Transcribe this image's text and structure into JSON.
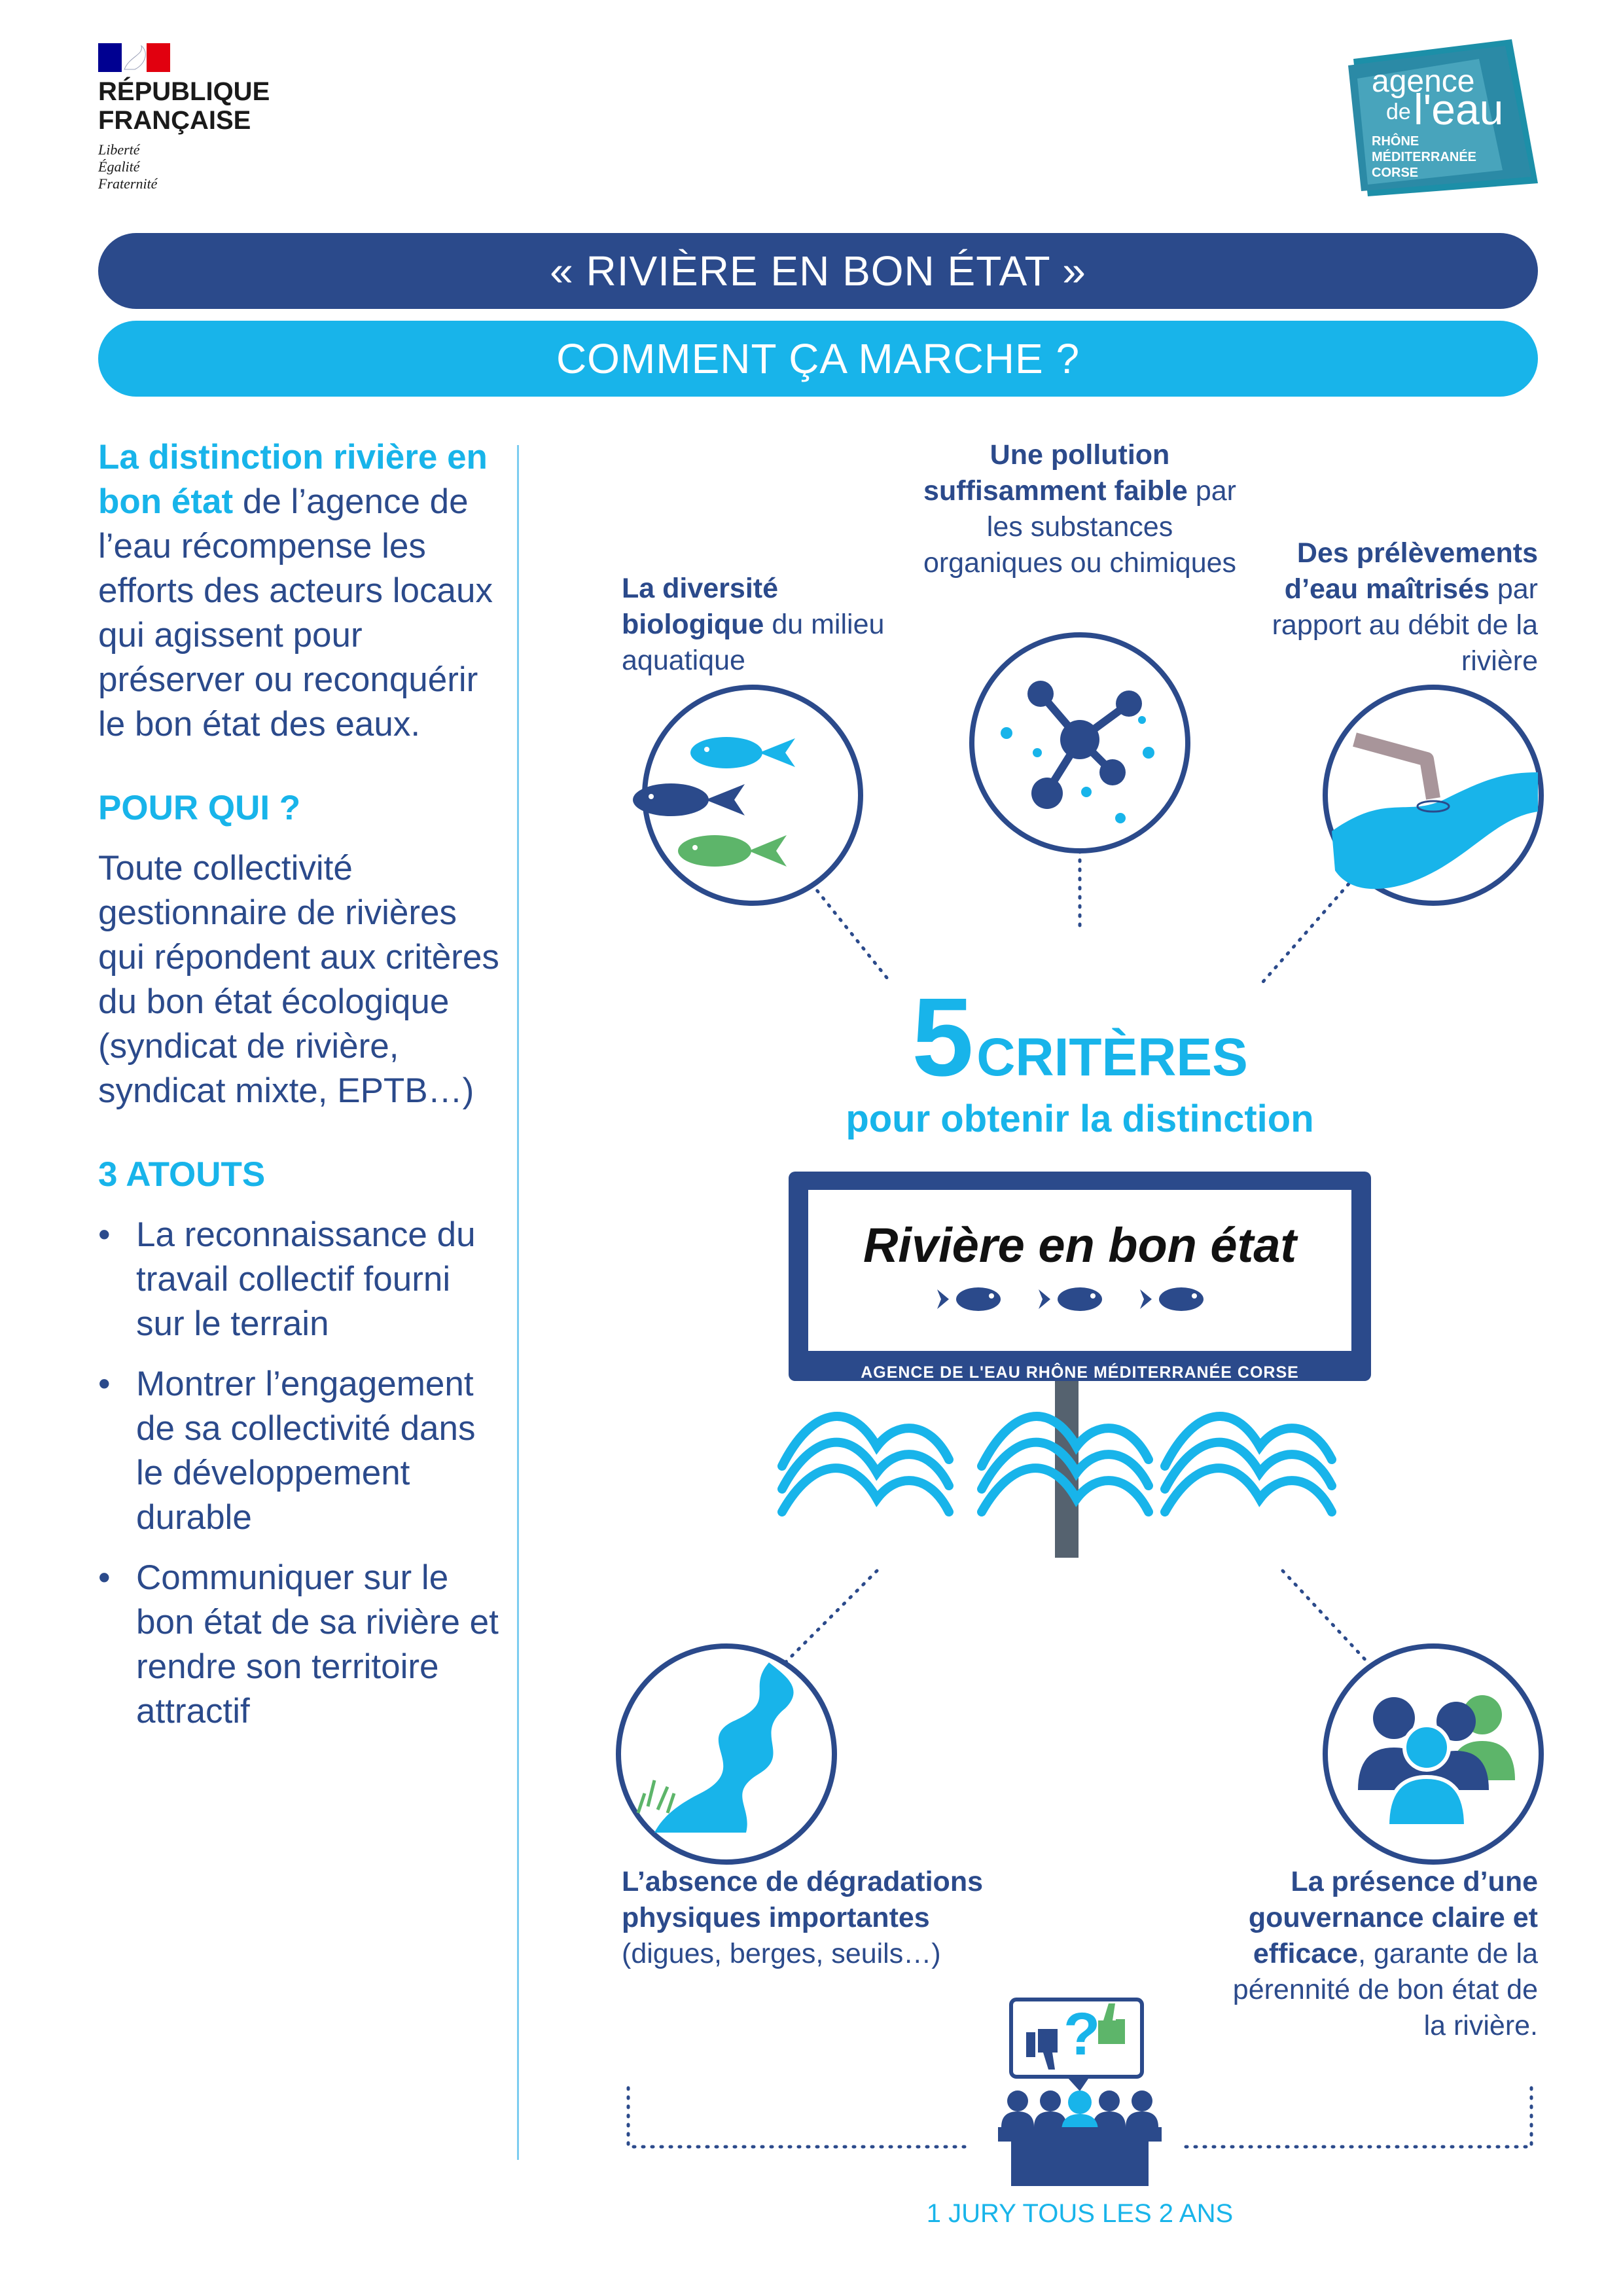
{
  "header": {
    "republique_line1": "RÉPUBLIQUE",
    "republique_line2": "FRANÇAISE",
    "motto_1": "Liberté",
    "motto_2": "Égalité",
    "motto_3": "Fraternité",
    "agence_logo_1": "agence",
    "agence_logo_2": "de",
    "agence_logo_3": "l'eau",
    "agence_logo_4": "RHÔNE",
    "agence_logo_5": "MÉDITERRANÉE",
    "agence_logo_6": "CORSE"
  },
  "bands": {
    "title": "« RIVIÈRE EN BON ÉTAT »",
    "subtitle": "COMMENT ÇA MARCHE ?"
  },
  "left": {
    "intro_hl": "La distinction rivière en bon état",
    "intro_rest": "de l’agence de l’eau récompense les efforts des acteurs locaux qui agissent pour préserver ou reconquérir le bon état des eaux.",
    "pour_qui_title": "POUR QUI ?",
    "pour_qui_text": "Toute collectivité gestionnaire de rivières qui répondent aux critères du bon état écologique (syndicat de rivière, syndicat mixte, EPTB…)",
    "atouts_title": "3 ATOUTS",
    "atouts": [
      "La reconnaissance du travail collectif fourni sur le terrain",
      "Montrer l’engagement de sa collectivité dans le développement durable",
      "Communiquer sur le bon état de sa rivière et rendre son territoire attractif"
    ]
  },
  "criteria": {
    "c1_bold": "La diversité biologique",
    "c1_rest": "du milieu aquatique",
    "c2_bold": "Une pollution suffisamment faible",
    "c2_rest": "par les substances organiques ou chimiques",
    "c3_bold": "Des prélèvements d’eau maîtrisés",
    "c3_rest": "par rapport au débit de la rivière",
    "c4_bold": "L’absence de dégradations physiques importantes",
    "c4_rest": "(digues, berges, seuils…)",
    "c5_bold": "La présence d’une gouvernance claire et efficace",
    "c5_rest": ", garante de la pérennité de bon état de la rivière."
  },
  "center": {
    "five": "5",
    "criteres": "CRITÈRES",
    "subtitle": "pour obtenir la distinction",
    "sign_text": "Rivière en bon état",
    "sign_footer": "AGENCE DE L'EAU RHÔNE MÉDITERRANÉE CORSE"
  },
  "jury": {
    "label": "1 JURY TOUS LES 2 ANS",
    "question": "?"
  },
  "colors": {
    "dark_blue": "#2b4a8b",
    "light_blue": "#18b4ea",
    "green": "#5db56a"
  }
}
